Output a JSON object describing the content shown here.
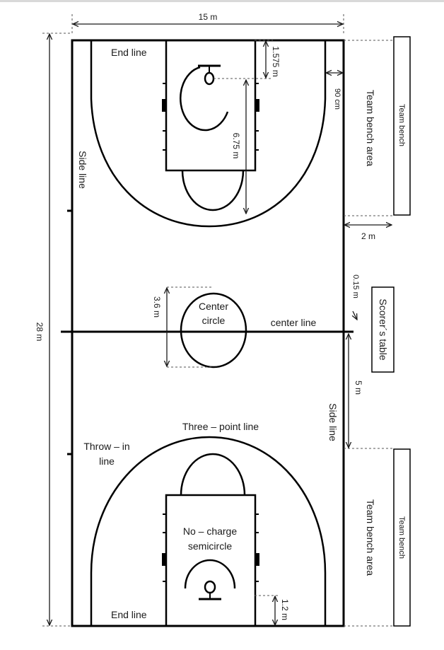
{
  "labels": {
    "end_line_top": "End line",
    "end_line_bottom": "End line",
    "side_line_left": "Side line",
    "side_line_right": "Side line",
    "center_circle_1": "Center",
    "center_circle_2": "circle",
    "center_line": "center line",
    "three_point_line": "Three – point line",
    "throw_in_1": "Throw – in",
    "throw_in_2": "line",
    "no_charge_1": "No – charge",
    "no_charge_2": "semicircle",
    "team_bench_area_top": "Team bench area",
    "team_bench_area_bottom": "Team bench area",
    "team_bench_top": "Team bench",
    "team_bench_bottom": "Team bench",
    "scorers_table": "Scorer´s table"
  },
  "dimensions": {
    "width": "15 m",
    "length": "28 m",
    "ft_distance": "1.575 m",
    "restricted_depth": "6.75 m",
    "bench_offset": "90 cm",
    "bench_width": "2 m",
    "center_circle": "3.6 m",
    "table_offset": "0.15 m",
    "bench_gap": "5 m",
    "basket_offset": "1.2 m"
  }
}
